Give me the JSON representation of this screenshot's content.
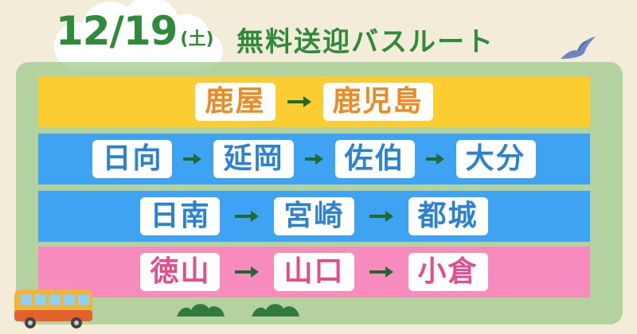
{
  "header": {
    "date": "12/19",
    "weekday": "(土)",
    "title": "無料送迎バスルート"
  },
  "colors": {
    "yellow_band": "#fbcd30",
    "blue_band": "#3ea3f2",
    "pink_band": "#f78bbd",
    "green_text": "#2f8a3a",
    "orange_text": "#ee8a23",
    "blue_text": "#2a82d6",
    "pink_text": "#e54c8e"
  },
  "routes": [
    {
      "stops": [
        "鹿屋",
        "鹿児島"
      ]
    },
    {
      "stops": [
        "日向",
        "延岡",
        "佐伯",
        "大分"
      ]
    },
    {
      "stops": [
        "日南",
        "宮崎",
        "都城"
      ]
    },
    {
      "stops": [
        "徳山",
        "山口",
        "小倉"
      ]
    }
  ],
  "icons": [
    "cloud-icon",
    "bird-icon",
    "arrow-right-icon",
    "bus-icon",
    "bush-icon"
  ]
}
